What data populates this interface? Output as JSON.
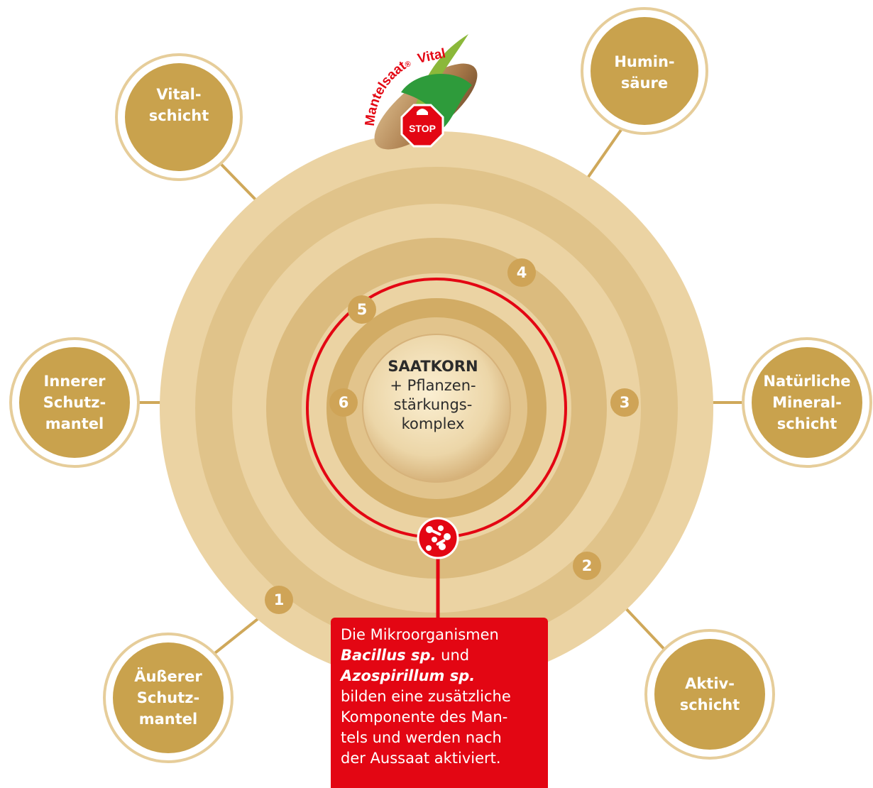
{
  "brand": {
    "name": "Mantelsaat",
    "registered": "®",
    "suffix": "Vital",
    "stop_sign": "STOP"
  },
  "core": {
    "title": "SAATKORN",
    "subtitle_lines": [
      "+ Pflanzen-",
      "stärkungs-",
      "komplex"
    ]
  },
  "layers": [
    {
      "number": "1",
      "label_lines": [
        "Äußerer",
        "Schutz-",
        "mantel"
      ]
    },
    {
      "number": "2",
      "label_lines": [
        "Aktiv-",
        "schicht"
      ]
    },
    {
      "number": "3",
      "label_lines": [
        "Natürliche",
        "Mineral-",
        "schicht"
      ]
    },
    {
      "number": "4",
      "label_lines": [
        "Humin-",
        "säure"
      ]
    },
    {
      "number": "5",
      "label_lines": [
        "Vital-",
        "schicht"
      ]
    },
    {
      "number": "6",
      "label_lines": [
        "Innerer",
        "Schutz-",
        "mantel"
      ]
    }
  ],
  "info_box": {
    "line1": "Die Mikroorganismen",
    "italic1": "Bacillus sp.",
    "line2_suffix": " und",
    "italic2": "Azospirillum sp.",
    "rest_lines": [
      "bilden eine zusätzliche",
      "Komponente des Man-",
      "tels und werden nach",
      "der Aussaat aktiviert."
    ]
  },
  "colors": {
    "gold": "#c9a24d",
    "ring_light": "#ebd3a3",
    "ring_mid": "#dcbd82",
    "ring_dark": "#d2ac65",
    "red": "#e30613",
    "connector": "#cfa85a"
  }
}
